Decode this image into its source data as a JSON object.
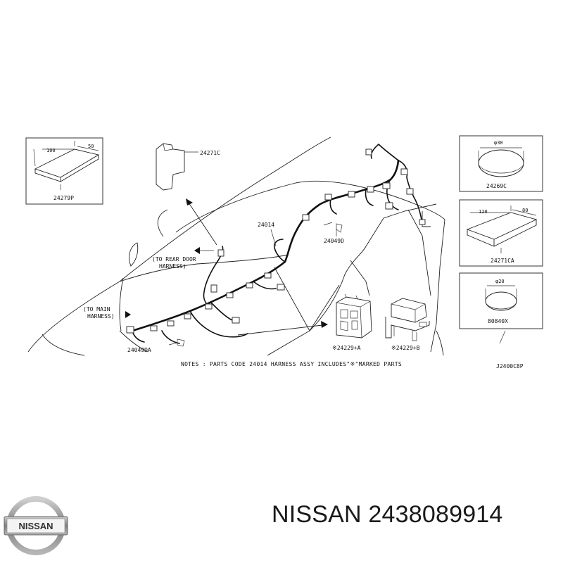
{
  "brand": {
    "logo_text": "NISSAN"
  },
  "title": "NISSAN 2438089914",
  "diagram": {
    "part_labels": {
      "harness_main": "24014",
      "clip_2": "24049D",
      "clip_1": "24049DA",
      "relay_a": "※24229+A",
      "relay_b": "※24229+B",
      "pad_top": "24271C"
    },
    "harness_notes": {
      "rear_door_1": "(TO REAR DOOR",
      "rear_door_2": "HARNESS)",
      "main_1": "(TO MAIN",
      "main_2": "HARNESS)"
    },
    "note": "NOTES : PARTS CODE 24014 HARNESS ASSY INCLUDES\"※\"MARKED PARTS",
    "drawing_code": "J2400C8P",
    "boxes": {
      "left_pad": {
        "dim_a": "100",
        "dim_b": "50",
        "code": "24279P"
      },
      "round_30": {
        "dim": "φ30",
        "code": "24269C"
      },
      "pad_right": {
        "dim_a": "120",
        "dim_b": "80",
        "code": "24271CA"
      },
      "round_20": {
        "dim": "φ20",
        "code": "80840X"
      }
    }
  },
  "colors": {
    "logo_silver": "#8a8a8a",
    "ink": "#111111"
  }
}
